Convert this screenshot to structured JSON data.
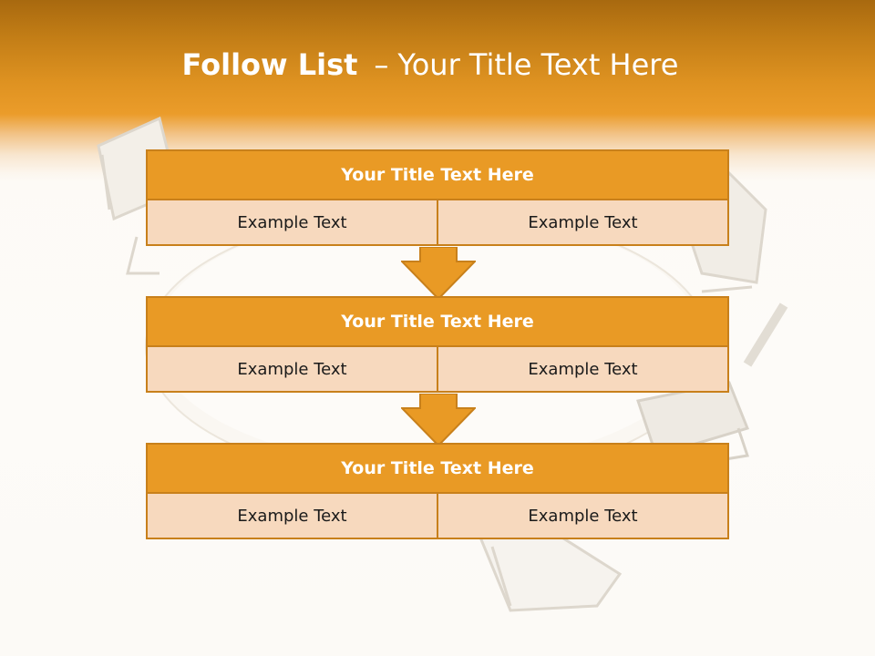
{
  "slide": {
    "title_bold": "Follow List",
    "title_dash": "–",
    "title_rest": "Your Title Text Here"
  },
  "blocks": [
    {
      "title": "Your Title Text Here",
      "left": "Example Text",
      "right": "Example Text"
    },
    {
      "title": "Your Title Text Here",
      "left": "Example Text",
      "right": "Example Text"
    },
    {
      "title": "Your Title Text Here",
      "left": "Example Text",
      "right": "Example Text"
    }
  ],
  "colors": {
    "header_orange": "#eb9c2a",
    "title_fill": "#e99a25",
    "cell_fill": "#f7d9be",
    "border": "#c8801b"
  }
}
